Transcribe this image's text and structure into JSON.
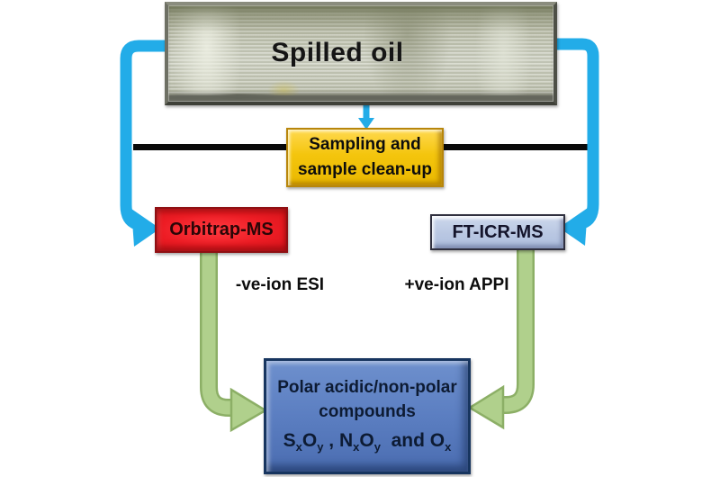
{
  "diagram": {
    "source_image_label": "Spilled oil",
    "sampling_box": {
      "line1": "Sampling and",
      "line2": "sample clean-up"
    },
    "orbitrap_box": {
      "label": "Orbitrap-MS"
    },
    "fticr_box": {
      "label": "FT-ICR-MS"
    },
    "ionization_left": {
      "label": "-ve-ion ESI"
    },
    "ionization_right": {
      "label": "+ve-ion APPI"
    },
    "result_box": {
      "line1": "Polar acidic/non-polar",
      "line2": "compounds",
      "formula": [
        {
          "text": "S",
          "sub": "x"
        },
        {
          "text": "O",
          "sub": "y"
        },
        {
          "text": " , ",
          "sub": ""
        },
        {
          "text": "N",
          "sub": "x"
        },
        {
          "text": "O",
          "sub": "y"
        },
        {
          "text": "  and ",
          "sub": ""
        },
        {
          "text": "O",
          "sub": "x"
        }
      ]
    },
    "colors": {
      "arrow_blue": "#22ace8",
      "arrow_green_fill": "#b0d08c",
      "arrow_green_edge": "#8caf66",
      "connector_black": "#0a0a0a",
      "sampling_fill": "#f4c50d",
      "orbitrap_fill": "#ed1c24",
      "fticr_fill": "#b9c7e2",
      "result_fill": "#5b7ec1"
    }
  }
}
